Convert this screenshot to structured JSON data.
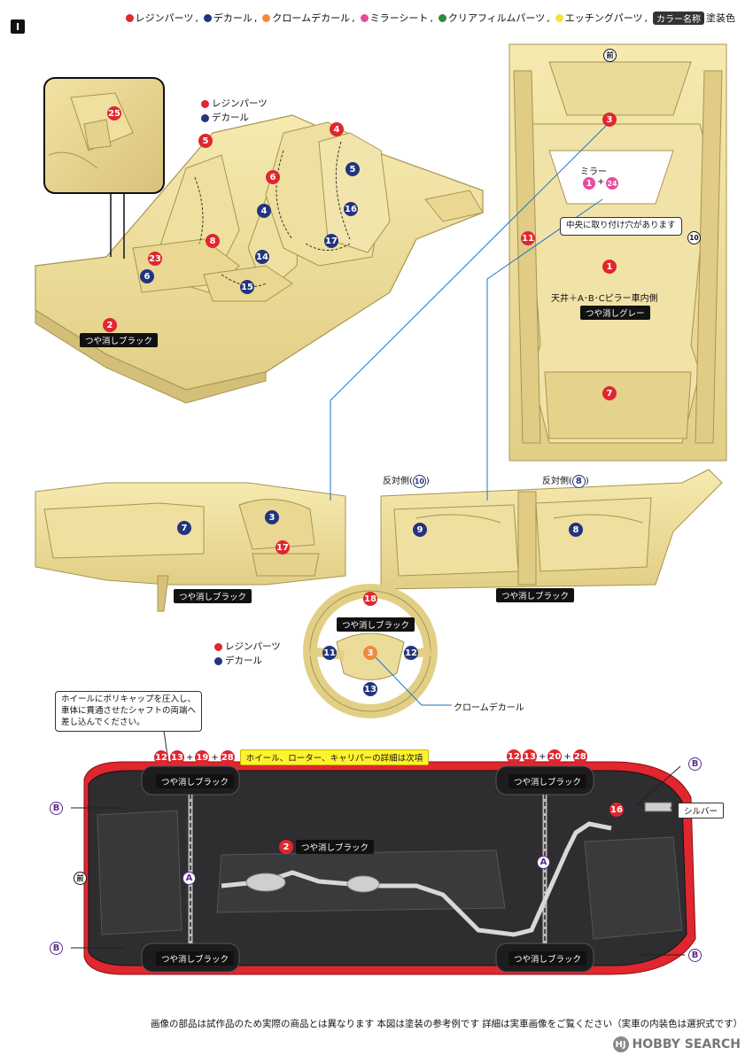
{
  "legend": {
    "items": [
      {
        "label": "レジンパーツ",
        "color": "#e0262f"
      },
      {
        "label": "デカール",
        "color": "#22347e"
      },
      {
        "label": "クロームデカール",
        "color": "#f08a3c"
      },
      {
        "label": "ミラーシート",
        "color": "#e64c9c"
      },
      {
        "label": "クリアフィルムパーツ",
        "color": "#2f8b3a"
      },
      {
        "label": "エッチングパーツ",
        "color": "#f4e23a"
      }
    ],
    "color_name_box": "カラー名称",
    "paint_color": "塗装色"
  },
  "section": "I",
  "interior": {
    "mini_legend": [
      "レジンパーツ",
      "デカール"
    ],
    "matte_black": "つや消しブラック"
  },
  "roof": {
    "front": "前",
    "mirror": "ミラー",
    "mirror_plus": "+",
    "hole_note": "中央に取り付け穴があります",
    "ceiling": "天井＋A･B･Cピラー車内側",
    "matte_gray": "つや消しグレー"
  },
  "dashboard": {
    "matte_black": "つや消しブラック"
  },
  "doors": {
    "opposite_side_1": "反対側(",
    "opposite_side_2": "反対側(",
    "close_paren": ")",
    "matte_black": "つや消しブラック"
  },
  "wheel": {
    "matte_black": "つや消しブラック",
    "mini_legend": [
      "レジンパーツ",
      "デカール"
    ],
    "chrome_decal": "クロームデカール"
  },
  "underbody": {
    "callout": [
      "ホイールにポリキャップを圧入し、",
      "車体に貫通させたシャフトの両端へ",
      "差し込んでください。"
    ],
    "plus": "+",
    "wheel_note": "ホイール、ローター、キャリパーの詳細は次項",
    "matte_black": "つや消しブラック",
    "silver": "シルバー",
    "front": "前",
    "mark_a": "A",
    "mark_b": "B"
  },
  "part_numbers": {
    "n1": "1",
    "n2": "2",
    "n3": "3",
    "n4": "4",
    "n5": "5",
    "n6": "6",
    "n7": "7",
    "n8": "8",
    "n9": "9",
    "n10": "10",
    "n11": "11",
    "n12": "12",
    "n13": "13",
    "n14": "14",
    "n15": "15",
    "n16": "16",
    "n17": "17",
    "n18": "18",
    "n19": "19",
    "n20": "20",
    "n23": "23",
    "n24": "24",
    "n25": "25",
    "n28": "28"
  },
  "footnote": "画像の部品は試作品のため実際の商品とは異なります 本図は塗装の参考例です 詳細は実車画像をご覧ください（実車の内装色は選択式です）",
  "brand": {
    "logo": "HJ",
    "name": "HOBBY SEARCH"
  }
}
